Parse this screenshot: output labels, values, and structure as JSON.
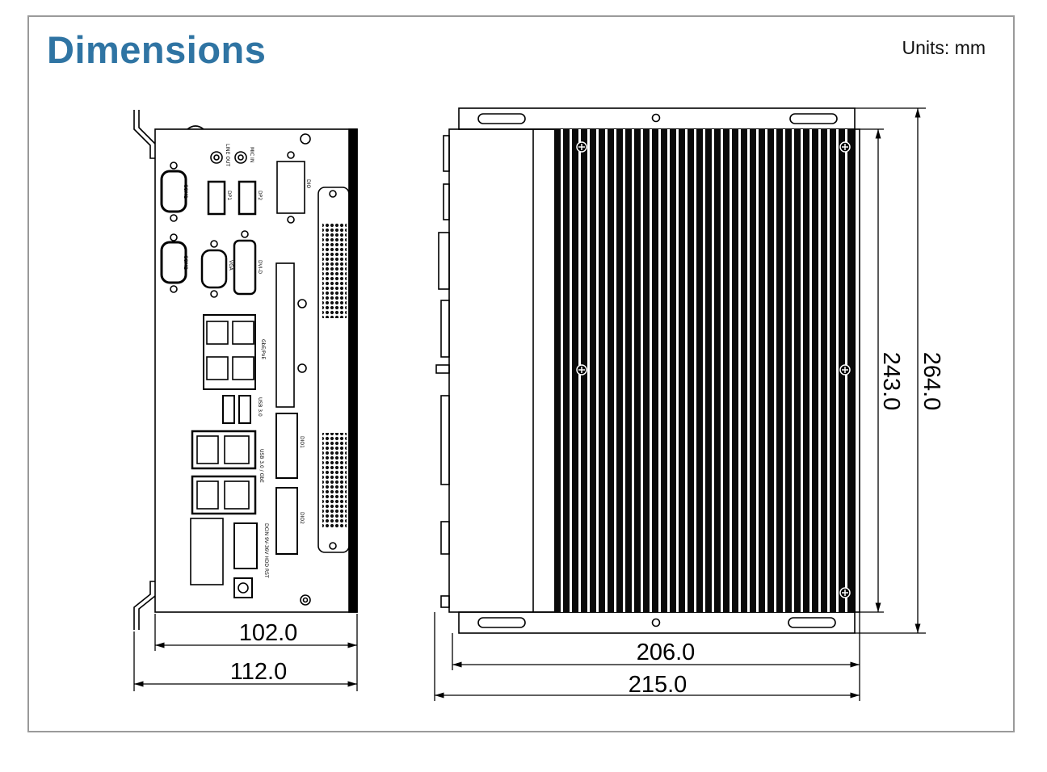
{
  "header": {
    "title": "Dimensions",
    "units": "Units: mm"
  },
  "front_view": {
    "dim_width_inner": "102.0",
    "dim_width_outer": "112.0",
    "port_labels": {
      "mic_in": "MIC IN",
      "line_out": "LINE OUT",
      "com1": "COM1",
      "com2": "COM2",
      "dp1": "DP1",
      "dp2": "DP2",
      "vga": "VGA",
      "dvi_d": "DVI-D",
      "dio": "DIO",
      "lan": "GbE/PoE",
      "usb30": "USB 3.0",
      "usb_gbe": "USB 3.0 / GbE",
      "dio1": "DIO1",
      "dio2": "DIO2",
      "power": "DCIN 9V-36V HDD RST"
    }
  },
  "top_view": {
    "dim_width_inner": "206.0",
    "dim_width_outer": "215.0",
    "dim_depth_inner": "243.0",
    "dim_depth_outer": "264.0"
  },
  "colors": {
    "title": "#2f74a3",
    "frame": "#9a9a9a",
    "line": "#000000"
  }
}
